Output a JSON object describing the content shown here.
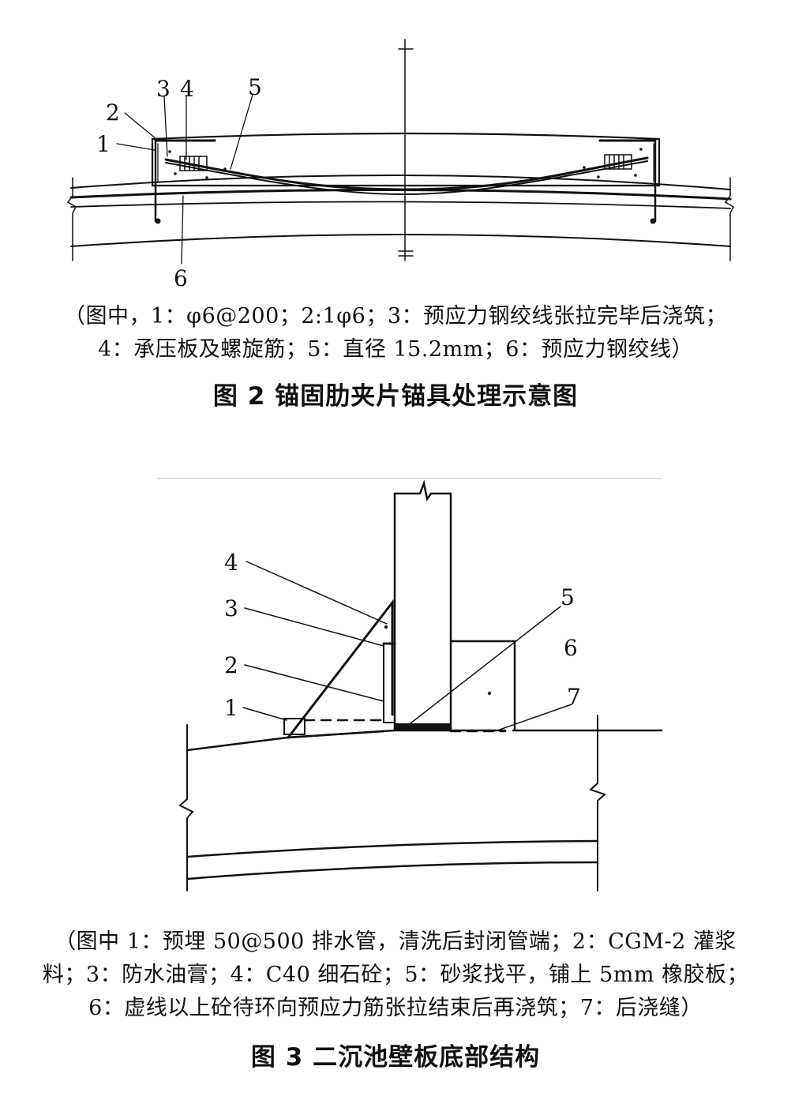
{
  "figure2": {
    "callouts": [
      "1",
      "2",
      "3",
      "4",
      "5",
      "6"
    ],
    "caption_lines": [
      "（图中，1：φ6@200；2:1φ6；3：预应力钢绞线张拉完毕后浇筑；",
      "4：承压板及螺旋筋；5：直径 15.2mm；6：预应力钢绞线）"
    ],
    "title": "图 2  锚固肋夹片锚具处理示意图"
  },
  "figure3": {
    "callouts": [
      "1",
      "2",
      "3",
      "4",
      "5",
      "6",
      "7"
    ],
    "caption_lines": [
      "（图中 1：预埋 50@500 排水管，清洗后封闭管端；2：CGM-2 灌浆",
      "料；3：防水油膏；4：C40 细石砼；5：砂浆找平，铺上 5mm 橡胶板；",
      "6：虚线以上砼待环向预应力筋张拉结束后再浇筑；7：后浇缝）"
    ],
    "title": "图 3  二沉池壁板底部结构"
  }
}
